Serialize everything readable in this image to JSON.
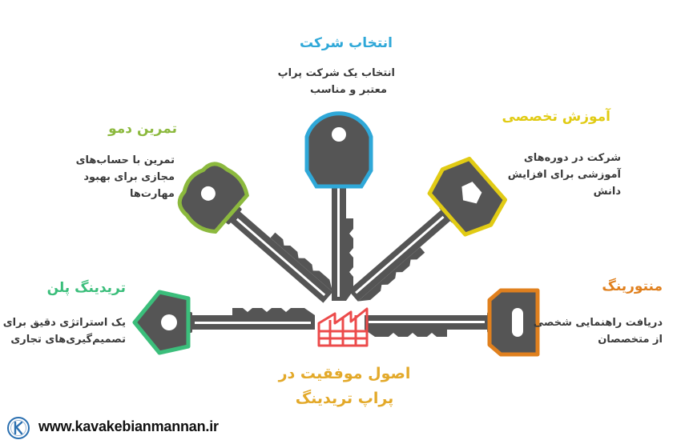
{
  "colors": {
    "blue": "#2FA8D8",
    "yellow": "#E1CB14",
    "green": "#8CB93E",
    "orange": "#E0801E",
    "teal": "#3BBE7B",
    "red": "#EC4B4B",
    "key": "#545454",
    "gold": "#E3A92A"
  },
  "top": {
    "title": "انتخاب شرکت",
    "desc": [
      "انتخاب یک شرکت پراپ",
      "معتبر و مناسب"
    ]
  },
  "upper_left": {
    "title": "تمرین دمو",
    "desc": [
      "تمرین با حساب‌های",
      "مجازی برای بهبود",
      "مهارت‌ها"
    ]
  },
  "upper_right": {
    "title": "آموزش تخصصی",
    "desc": [
      "شرکت در دوره‌های",
      "آموزشی برای افزایش",
      "دانش"
    ]
  },
  "lower_left": {
    "title": "تریدینگ پلن",
    "desc": [
      "یک استراتژی دقیق برای",
      "تصمیم‌گیری‌های تجاری"
    ]
  },
  "lower_right": {
    "title": "منتورینگ",
    "desc": [
      "دریافت راهنمایی شخصی",
      "از متخصصان"
    ]
  },
  "center": {
    "title_lines": [
      "اصول موفقیت در",
      "پراپ تریدینگ"
    ],
    "icon": "factory-chart-icon"
  },
  "footer": {
    "url": "www.kavakebianmannan.ir",
    "logo_icon": "k-logo-icon"
  }
}
